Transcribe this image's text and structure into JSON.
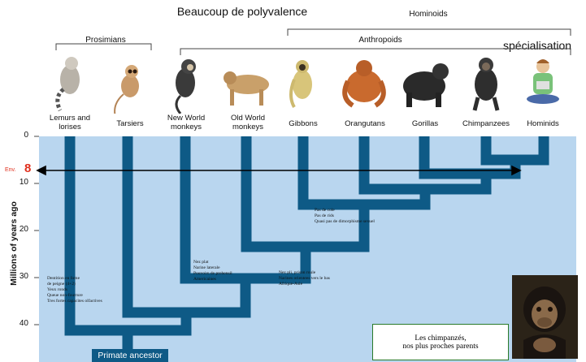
{
  "title": "Beaucoup de polyvalence",
  "specialisation_label": "spécialisation",
  "env_label": "Env.",
  "env_value": "8",
  "groups": {
    "hominoids": "Hominoids",
    "anthropoids": "Anthropoids",
    "prosimians": "Prosimians"
  },
  "taxa": [
    "Lemurs and lorises",
    "Tarsiers",
    "New World monkeys",
    "Old World monkeys",
    "Gibbons",
    "Orangutans",
    "Gorillas",
    "Chimpanzees",
    "Hominids"
  ],
  "taxa_lines": [
    [
      "Lemurs and",
      "lorises"
    ],
    [
      "Tarsiers"
    ],
    [
      "New World",
      "monkeys"
    ],
    [
      "Old World",
      "monkeys"
    ],
    [
      "Gibbons"
    ],
    [
      "Orangutans"
    ],
    [
      "Gorillas"
    ],
    [
      "Chimpanzees"
    ],
    [
      "Hominids"
    ]
  ],
  "axis": {
    "label": "Millions of years ago",
    "ticks": [
      "0",
      "10",
      "20",
      "30",
      "40"
    ]
  },
  "root_label": "Primate ancestor",
  "notes": {
    "prosimian": [
      "Dentition en fome",
      "de peigne (4+2)",
      "Yeux ronds",
      "Queue non-fourrure",
      "Tres fortes capacites olfactives"
    ],
    "newworld": [
      "Nez plat",
      "Narine laterale",
      "Pouvoirs de prehensil",
      "Americaines"
    ],
    "oldworld": [
      "Nez pli, prison roule",
      "Narines orientees vers le bas",
      "Afrique-Asie"
    ],
    "gibbon": [
      "Pas de cole",
      "Pas de rids",
      "Quasi pas de dimorphisme sexuel"
    ]
  },
  "callout": {
    "line1": "Les chimpanzés,",
    "line2": "nos plus proches parents"
  },
  "colors": {
    "branch": "#0e5a86",
    "plot_bg": "#b9d6ef",
    "env_red": "#e0301e"
  },
  "icons": [
    "lemur-figure",
    "tarsier-figure",
    "new-world-monkey-figure",
    "old-world-monkey-figure",
    "gibbon-figure",
    "orangutan-figure",
    "gorilla-figure",
    "chimpanzee-figure",
    "human-figure"
  ]
}
